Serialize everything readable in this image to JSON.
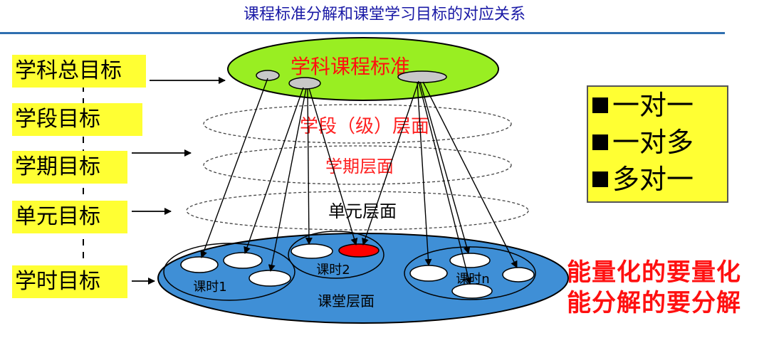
{
  "title": "课程标准分解和课堂学习目标的对应关系",
  "levels": [
    "学科总目标",
    "学段目标",
    "学期目标",
    "单元目标",
    "学时目标"
  ],
  "diagram": {
    "standard": "学科课程标准",
    "layer_stage": "学段（级）层面",
    "layer_term": "学期层面",
    "layer_unit": "单元层面",
    "layer_class": "课堂层面",
    "lesson_1": "课时1",
    "lesson_2": "课时2",
    "lesson_n": "课时n"
  },
  "legend": [
    "一对一",
    "一对多",
    "多对一"
  ],
  "principle": [
    "能量化的要量化",
    "能分解的要分解"
  ],
  "colors": {
    "title": "#1a1aa6",
    "standard_fill": "#99ee22",
    "class_fill": "#3f8fd6",
    "highlight": "#ff0000",
    "label_bg": "#ffff33",
    "principle": "#ff1010"
  }
}
